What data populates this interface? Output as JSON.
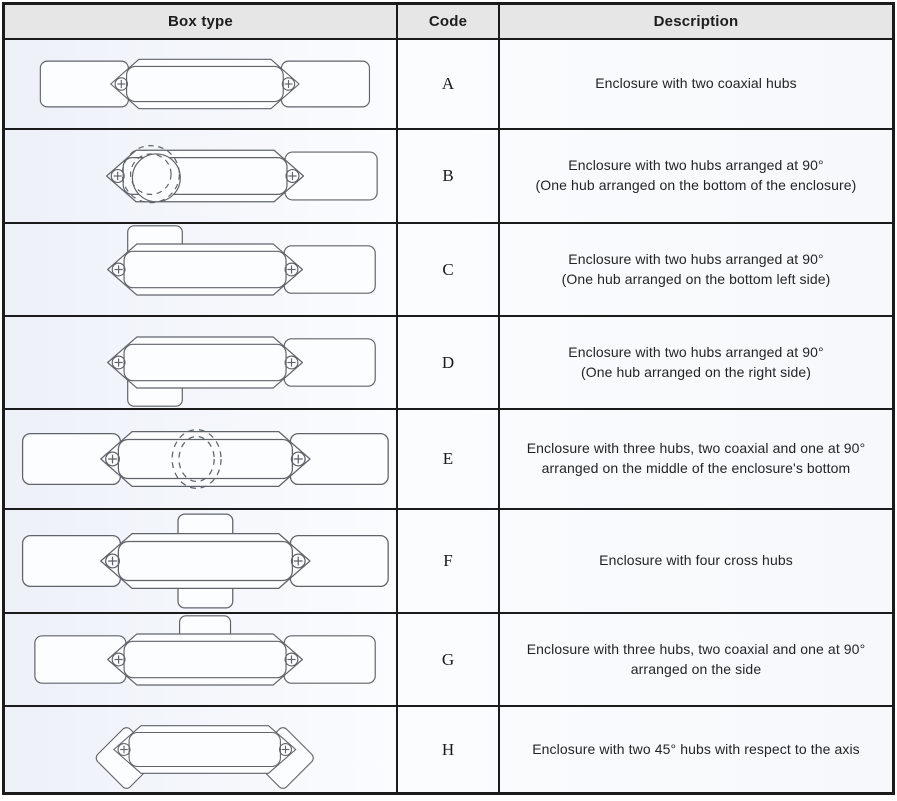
{
  "colors": {
    "border": "#1b1b1b",
    "header_background": "#e6e6e6",
    "row_background_left": "#edf1f8",
    "row_background_right": "#f6f8fb",
    "drawing_line": "#5f646b",
    "text": "#242424"
  },
  "table": {
    "headers": [
      {
        "label": "Box type"
      },
      {
        "label": "Code"
      },
      {
        "label": "Description"
      }
    ],
    "rows": [
      {
        "code": "A",
        "description_lines": [
          "Enclosure with two coaxial hubs"
        ],
        "drawing": "enclosure-two-coaxial-hubs"
      },
      {
        "code": "B",
        "description_lines": [
          "Enclosure with two hubs arranged at 90°",
          "(One hub arranged on the bottom of the enclosure)"
        ],
        "drawing": "enclosure-right-hub-and-bottom-hub"
      },
      {
        "code": "C",
        "description_lines": [
          "Enclosure with two hubs arranged at 90°",
          "(One hub arranged on the bottom left side)"
        ],
        "drawing": "enclosure-top-left-hub-and-right-hub"
      },
      {
        "code": "D",
        "description_lines": [
          "Enclosure with two hubs arranged at 90°",
          "(One hub arranged on the right side)"
        ],
        "drawing": "enclosure-bottom-left-hub-and-right-hub"
      },
      {
        "code": "E",
        "description_lines": [
          "Enclosure with three hubs, two coaxial and one at 90°",
          "arranged on the middle of the enclosure's bottom"
        ],
        "drawing": "enclosure-two-coaxial-hubs-and-center-bottom-hub"
      },
      {
        "code": "F",
        "description_lines": [
          "Enclosure with four cross hubs"
        ],
        "drawing": "enclosure-four-cross-hubs"
      },
      {
        "code": "G",
        "description_lines": [
          "Enclosure with three hubs, two coaxial and one at 90°",
          "arranged on the side"
        ],
        "drawing": "enclosure-two-coaxial-hubs-and-top-hub"
      },
      {
        "code": "H",
        "description_lines": [
          "Enclosure with two 45° hubs with respect to the axis"
        ],
        "drawing": "enclosure-two-45-degree-hubs"
      }
    ]
  }
}
